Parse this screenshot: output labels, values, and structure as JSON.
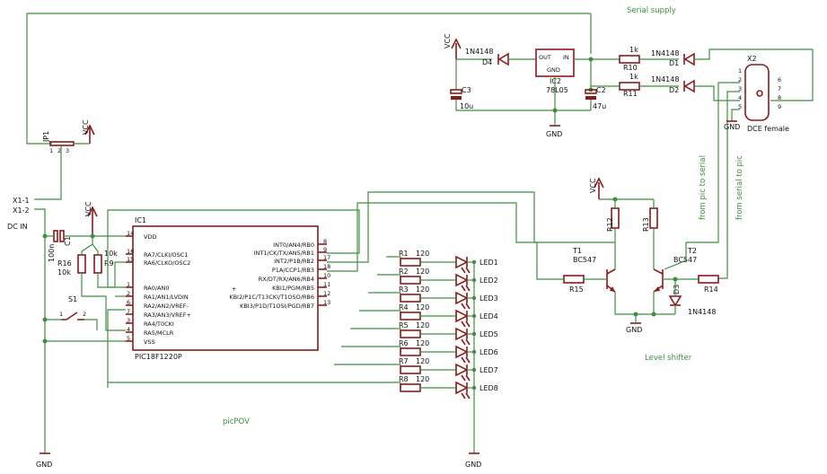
{
  "titles": {
    "serial_supply": "Serial supply",
    "level_shifter": "Level shifter",
    "picpov": "picPOV",
    "from_pic_to_serial": "from pic to serial",
    "from_serial_to_pic": "from serial to pic"
  },
  "labels": {
    "vcc": "VCC",
    "gnd": "GND",
    "dc_in": "DC IN",
    "jp1": "JP1",
    "x1_1": "X1-1",
    "x1_2": "X1-2",
    "c1": "C1",
    "c1_val": "100n",
    "r16": "R16",
    "r16_val": "10k",
    "r9_val": "10k",
    "r9": "R9",
    "s1": "S1",
    "ic1": "IC1",
    "ic1_part": "PIC18F1220P",
    "ic2": "IC2",
    "ic2_part": "78L05",
    "ic2_out": "OUT",
    "ic2_in": "IN",
    "ic2_gnd": "GND",
    "c3": "C3",
    "c3_val": "10u",
    "c2": "C2",
    "c2_val": "47u",
    "d4": "D4",
    "d4_part": "1N4148",
    "d1": "D1",
    "d1_part": "1N4148",
    "d2": "D2",
    "d2_part": "1N4148",
    "d3": "D3",
    "d3_part": "1N4148",
    "r10": "R10",
    "r10_val": "1k",
    "r11": "R11",
    "r11_val": "1k",
    "x2": "X2",
    "x2_type": "DCE female",
    "t1": "T1",
    "t1_part": "BC547",
    "t2": "T2",
    "t2_part": "BC547",
    "r12": "R12",
    "r13": "R13",
    "r14": "R14",
    "r15": "R15"
  },
  "ic1_left_pins": [
    {
      "num": "14",
      "name": "VDD"
    },
    {
      "num": "16",
      "name": "RA7/CLKI/OSC1"
    },
    {
      "num": "15",
      "name": "RA6/CLKO/OSC2"
    },
    {
      "num": "1",
      "name": "RA0/AN0"
    },
    {
      "num": "2",
      "name": "RA1/AN1/LVDIN"
    },
    {
      "num": "6",
      "name": "RA2/AN2/VREF-"
    },
    {
      "num": "7",
      "name": "RA3/AN3/VREF+"
    },
    {
      "num": "3",
      "name": "RA4/T0CKI"
    },
    {
      "num": "4",
      "name": "RA5/MCLR"
    },
    {
      "num": "5",
      "name": "VSS"
    }
  ],
  "ic1_right_pins": [
    {
      "num": "8",
      "name": "INT0/AN4/RB0"
    },
    {
      "num": "9",
      "name": "INT1/CK/TX/AN5/RB1"
    },
    {
      "num": "17",
      "name": "INT2/P1B/RB2"
    },
    {
      "num": "18",
      "name": "P1A/CCP1/RB3"
    },
    {
      "num": "10",
      "name": "RX/DT/RX/AN6/RB4"
    },
    {
      "num": "11",
      "name": "KBI1/PGM/RB5"
    },
    {
      "num": "12",
      "name": "KBI2/P1C/T13CKI/T1OSO/RB6"
    },
    {
      "num": "13",
      "name": "KBI3/P1D/T1OSI/PGD/RB7"
    }
  ],
  "resistors_led": [
    {
      "ref": "R1",
      "val": "120"
    },
    {
      "ref": "R2",
      "val": "120"
    },
    {
      "ref": "R3",
      "val": "120"
    },
    {
      "ref": "R4",
      "val": "120"
    },
    {
      "ref": "R5",
      "val": "120"
    },
    {
      "ref": "R6",
      "val": "120"
    },
    {
      "ref": "R7",
      "val": "120"
    },
    {
      "ref": "R8",
      "val": "120"
    }
  ],
  "leds": [
    "LED1",
    "LED2",
    "LED3",
    "LED4",
    "LED5",
    "LED6",
    "LED7",
    "LED8"
  ],
  "x2_pins_left": [
    "1",
    "2",
    "3",
    "4",
    "5"
  ],
  "x2_pins_right": [
    "6",
    "7",
    "8",
    "9"
  ],
  "jp1_pins": [
    "1",
    "2",
    "3"
  ],
  "s1_pins": [
    "1",
    "2"
  ]
}
